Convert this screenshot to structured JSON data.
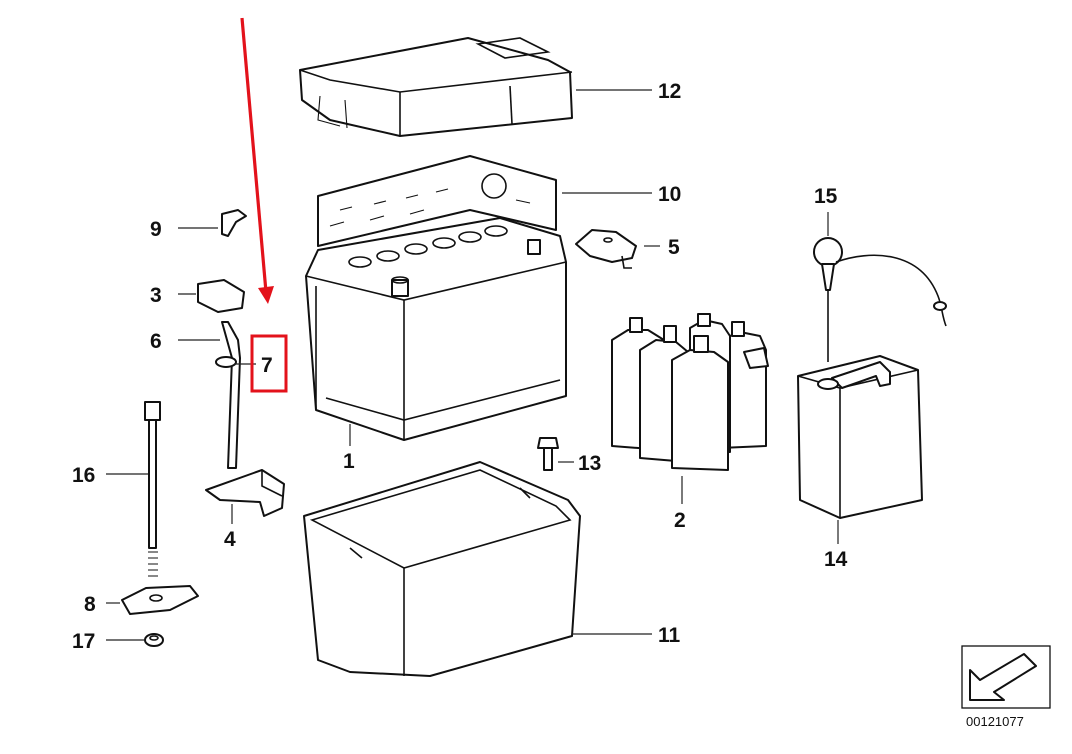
{
  "callouts": {
    "c1": "1",
    "c2": "2",
    "c3": "3",
    "c4": "4",
    "c5": "5",
    "c6": "6",
    "c7": "7",
    "c8": "8",
    "c9": "9",
    "c10": "10",
    "c11": "11",
    "c12": "12",
    "c13": "13",
    "c14": "14",
    "c15": "15",
    "c16": "16",
    "c17": "17"
  },
  "document_number": "00121077",
  "highlight": {
    "callout": "7",
    "color": "#e3121b"
  }
}
